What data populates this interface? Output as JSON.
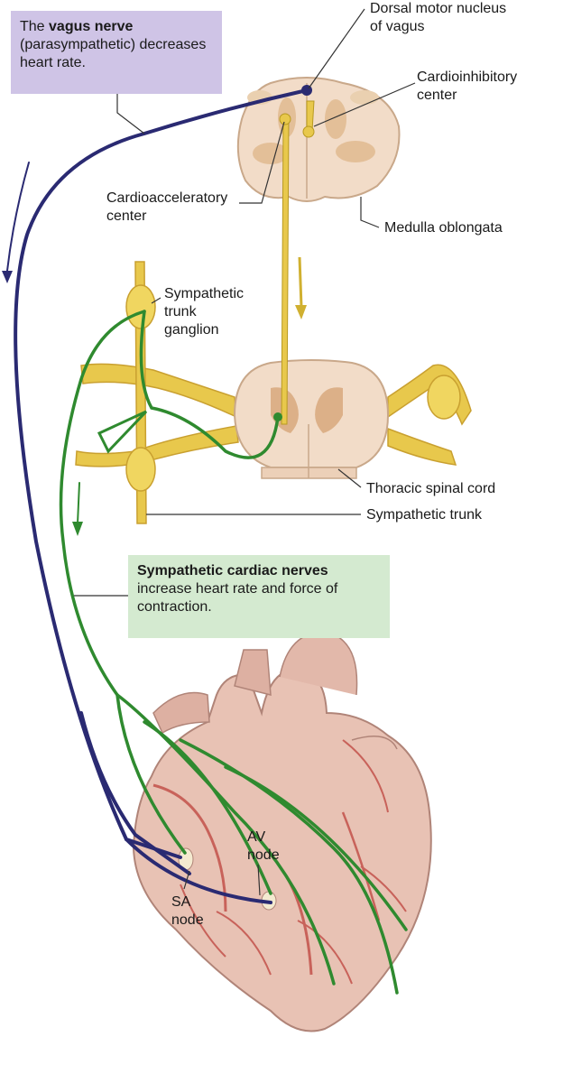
{
  "colors": {
    "vagus": "#2a2a72",
    "sympathetic": "#2f8a2f",
    "spinal_tract": "#d8c040",
    "vagus_box": "#cfc4e6",
    "sympathetic_box": "#d4ead0",
    "heart": "#e8c2b4",
    "heart_vessels": "#c8625a",
    "neural_tissue": "#f2dcc8"
  },
  "boxes": {
    "vagus": {
      "bold": "vagus nerve",
      "prefix": "The ",
      "rest": "(parasympathetic) decreases heart rate."
    },
    "sympathetic": {
      "bold": "Sympathetic cardiac nerves",
      "rest": " increase heart rate and force of contraction."
    }
  },
  "labels": {
    "dorsal_motor_1": "Dorsal motor nucleus",
    "dorsal_motor_2": "of vagus",
    "cardioinhibitory_1": "Cardioinhibitory",
    "cardioinhibitory_2": "center",
    "cardioacceleratory_1": "Cardioacceleratory",
    "cardioacceleratory_2": "center",
    "medulla": "Medulla oblongata",
    "trunk_ganglion_1": "Sympathetic",
    "trunk_ganglion_2": "trunk",
    "trunk_ganglion_3": "ganglion",
    "thoracic": "Thoracic spinal cord",
    "symp_trunk": "Sympathetic trunk",
    "av_1": "AV",
    "av_2": "node",
    "sa_1": "SA",
    "sa_2": "node"
  }
}
